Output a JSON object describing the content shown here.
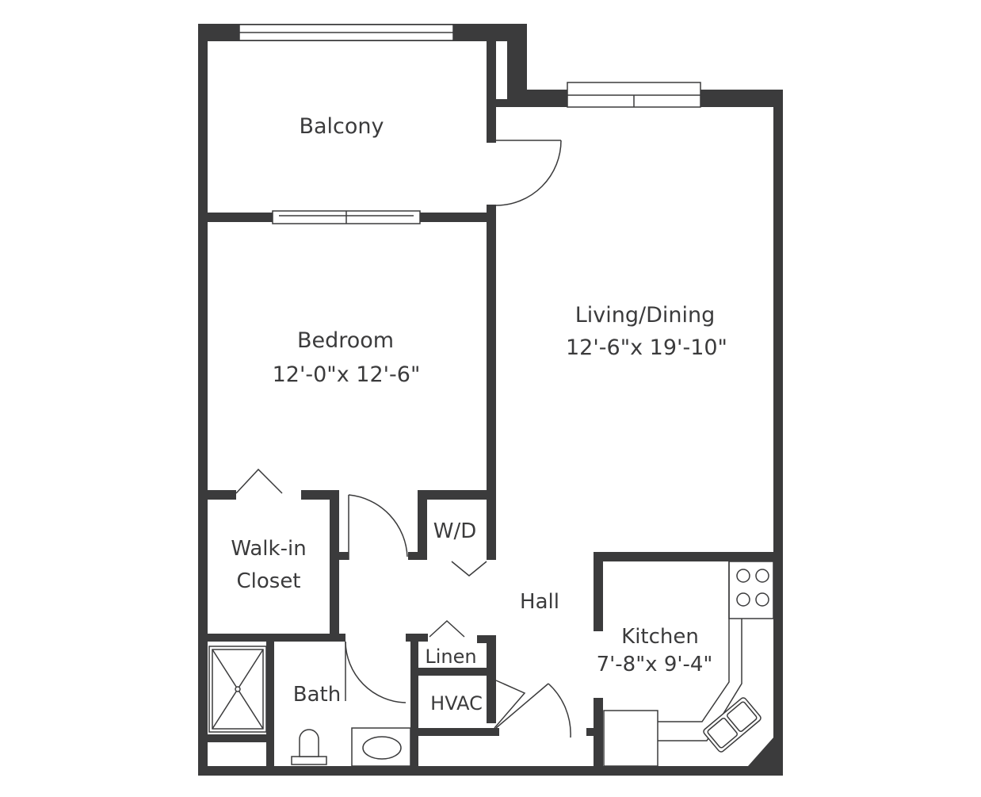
{
  "rooms": {
    "balcony": {
      "name": "Balcony"
    },
    "bedroom": {
      "name": "Bedroom",
      "dims": "12'-0\"x 12'-6\""
    },
    "living": {
      "name": "Living/Dining",
      "dims": "12'-6\"x 19'-10\""
    },
    "walkin": {
      "name1": "Walk-in",
      "name2": "Closet"
    },
    "wd": {
      "name": "W/D"
    },
    "hall": {
      "name": "Hall"
    },
    "kitchen": {
      "name": "Kitchen",
      "dims": "7'-8\"x 9'-4\""
    },
    "linen": {
      "name": "Linen"
    },
    "hvac": {
      "name": "HVAC"
    },
    "bath": {
      "name": "Bath"
    }
  },
  "colors": {
    "wall": "#3b3b3c",
    "background": "#ffffff"
  }
}
